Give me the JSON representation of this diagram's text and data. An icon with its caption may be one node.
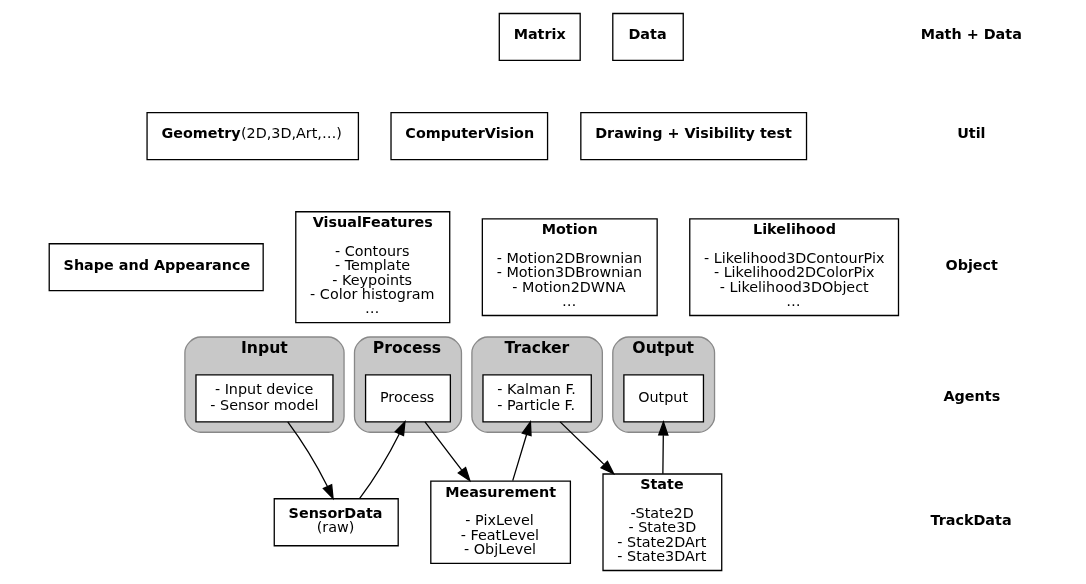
{
  "diagram": {
    "nodes": [
      {
        "text": [
          "Matrix"
        ]
      },
      {
        "text": [
          "Data"
        ]
      },
      {
        "text": [
          "**Geometry**(2D,3D,Art,…)"
        ]
      },
      {
        "text": [
          "ComputerVision"
        ]
      },
      {
        "text": [
          "Drawing + Visibility test"
        ]
      },
      {
        "text": [
          "Shape and Appearance"
        ]
      },
      {
        "text": [
          "VisualFeatures",
          "- Contours - Template - Keypoints - Color histogram …"
        ]
      },
      {
        "text": [
          "Motion",
          "- Motion2DBrownian - Motion3DBrownian - Motion2DWNA …"
        ]
      },
      {
        "text": [
          "Likelihood",
          "- Likelihood3DContourPix - Likelihood2DColorPix - Likelihood3DObject …"
        ]
      },
      {
        "text": [
          "Input"
        ]
      },
      {
        "text": [
          "- Input device - Sensor model"
        ],
        "in": 9
      },
      {
        "text": [
          "Process"
        ]
      },
      {
        "text": [
          "Process"
        ],
        "in": 11
      },
      {
        "text": [
          "Tracker"
        ]
      },
      {
        "text": [
          "- Kalman F. - Particle F."
        ],
        "in": 13
      },
      {
        "text": [
          "Output"
        ]
      },
      {
        "text": [
          "Output"
        ],
        "in": 15
      },
      {
        "text": [
          "SensorData",
          "(raw)"
        ]
      },
      {
        "text": [
          "Measurement",
          "- PixLevel - FeatLevel - ObjLevel"
        ]
      },
      {
        "text": [
          "State",
          "-State2D - State3D - State2DArt - State3DArt"
        ]
      }
    ],
    "edges": [
      {
        "from": 10,
        "to": 17,
        "arrow": "to"
      },
      {
        "from": 17,
        "to": 12,
        "arrow": "to"
      },
      {
        "from": 12,
        "to": 18,
        "arrow": "to"
      },
      {
        "from": 18,
        "to": 14,
        "arrow": "to"
      },
      {
        "from": 14,
        "to": 19,
        "arrow": "to"
      },
      {
        "from": 19,
        "to": 16,
        "arrow": "to"
      }
    ],
    "labels": [
      "Math + Data",
      "Util",
      "Object",
      "Agents",
      "TrackData"
    ]
  }
}
